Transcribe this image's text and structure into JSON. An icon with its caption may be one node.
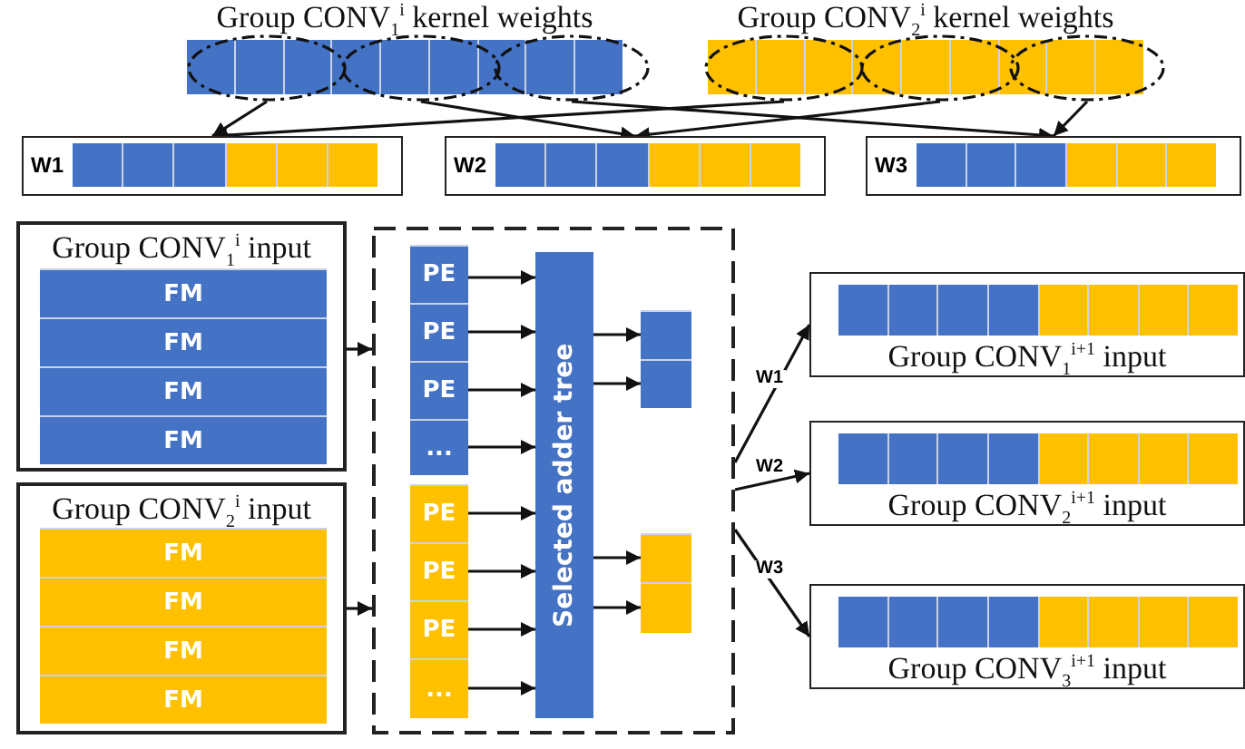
{
  "diagram": {
    "nodes": [
      {
        "text": [
          "Group CONV$_{1}$$^{i}$ kernel weights"
        ]
      },
      {
        "text": [],
        "shape": "ellipse",
        "in": 0
      },
      {
        "text": [],
        "shape": "ellipse",
        "in": 0
      },
      {
        "text": [],
        "shape": "ellipse",
        "in": 0
      },
      {
        "text": [
          "Group CONV$_{2}$$^{i}$ kernel weights"
        ]
      },
      {
        "text": [],
        "shape": "ellipse",
        "in": 4
      },
      {
        "text": [],
        "shape": "ellipse",
        "in": 4
      },
      {
        "text": [],
        "shape": "ellipse",
        "in": 4
      },
      {
        "text": [
          "W1"
        ]
      },
      {
        "text": [
          "W2"
        ]
      },
      {
        "text": [
          "W3"
        ]
      },
      {
        "text": [
          "Group CONV$_{1}$$^{i}$ input"
        ]
      },
      {
        "text": [
          "FM"
        ],
        "in": 11
      },
      {
        "text": [
          "FM"
        ],
        "in": 11
      },
      {
        "text": [
          "FM"
        ],
        "in": 11
      },
      {
        "text": [
          "FM"
        ],
        "in": 11
      },
      {
        "text": [
          "Group CONV$_{2}$$^{i}$ input"
        ]
      },
      {
        "text": [
          "FM"
        ],
        "in": 16
      },
      {
        "text": [
          "FM"
        ],
        "in": 16
      },
      {
        "text": [
          "FM"
        ],
        "in": 16
      },
      {
        "text": [
          "FM"
        ],
        "in": 16
      },
      {
        "text": [],
        "shape": "box"
      },
      {
        "text": [
          "PE"
        ],
        "in": 21
      },
      {
        "text": [
          "PE"
        ],
        "in": 21
      },
      {
        "text": [
          "PE"
        ],
        "in": 21
      },
      {
        "text": [
          "..."
        ],
        "in": 21
      },
      {
        "text": [
          "PE"
        ],
        "in": 21
      },
      {
        "text": [
          "PE"
        ],
        "in": 21
      },
      {
        "text": [
          "PE"
        ],
        "in": 21
      },
      {
        "text": [
          "..."
        ],
        "in": 21
      },
      {
        "text": [
          "Selected adder tree"
        ],
        "in": 21
      },
      {
        "text": [],
        "shape": "box",
        "in": 21
      },
      {
        "text": [],
        "shape": "box",
        "in": 21
      },
      {
        "text": [],
        "shape": "box",
        "in": 21
      },
      {
        "text": [],
        "shape": "box",
        "in": 21
      },
      {
        "text": [
          "Group CONV$_{1}$$^{i+1}$ input"
        ]
      },
      {
        "text": [
          "Group CONV$_{2}$$^{i+1}$ input"
        ]
      },
      {
        "text": [
          "Group CONV$_{3}$$^{i+1}$ input"
        ]
      }
    ],
    "edges": [
      {
        "from": 1,
        "to": 8,
        "arrow": "to"
      },
      {
        "from": 2,
        "to": 9,
        "arrow": "to"
      },
      {
        "from": 3,
        "to": 10,
        "arrow": "to"
      },
      {
        "from": 5,
        "to": 8,
        "arrow": "to"
      },
      {
        "from": 6,
        "to": 9,
        "arrow": "to"
      },
      {
        "from": 7,
        "to": 10,
        "arrow": "to"
      },
      {
        "from": 11,
        "to": 21,
        "arrow": "to"
      },
      {
        "from": 16,
        "to": 21,
        "arrow": "to"
      },
      {
        "from": 22,
        "to": 30,
        "arrow": "to"
      },
      {
        "from": 23,
        "to": 30,
        "arrow": "to"
      },
      {
        "from": 24,
        "to": 30,
        "arrow": "to"
      },
      {
        "from": 25,
        "to": 30,
        "arrow": "to"
      },
      {
        "from": 26,
        "to": 30,
        "arrow": "to"
      },
      {
        "from": 27,
        "to": 30,
        "arrow": "to"
      },
      {
        "from": 28,
        "to": 30,
        "arrow": "to"
      },
      {
        "from": 29,
        "to": 30,
        "arrow": "to"
      },
      {
        "from": 30,
        "to": 31,
        "arrow": "to"
      },
      {
        "from": 30,
        "to": 32,
        "arrow": "to"
      },
      {
        "from": 30,
        "to": 33,
        "arrow": "to"
      },
      {
        "from": 30,
        "to": 34,
        "arrow": "to"
      },
      {
        "from": 21,
        "to": 35,
        "arrow": "to",
        "label": "W1"
      },
      {
        "from": 21,
        "to": 36,
        "arrow": "to",
        "label": "W2"
      },
      {
        "from": 21,
        "to": 37,
        "arrow": "to",
        "label": "W3"
      }
    ]
  }
}
